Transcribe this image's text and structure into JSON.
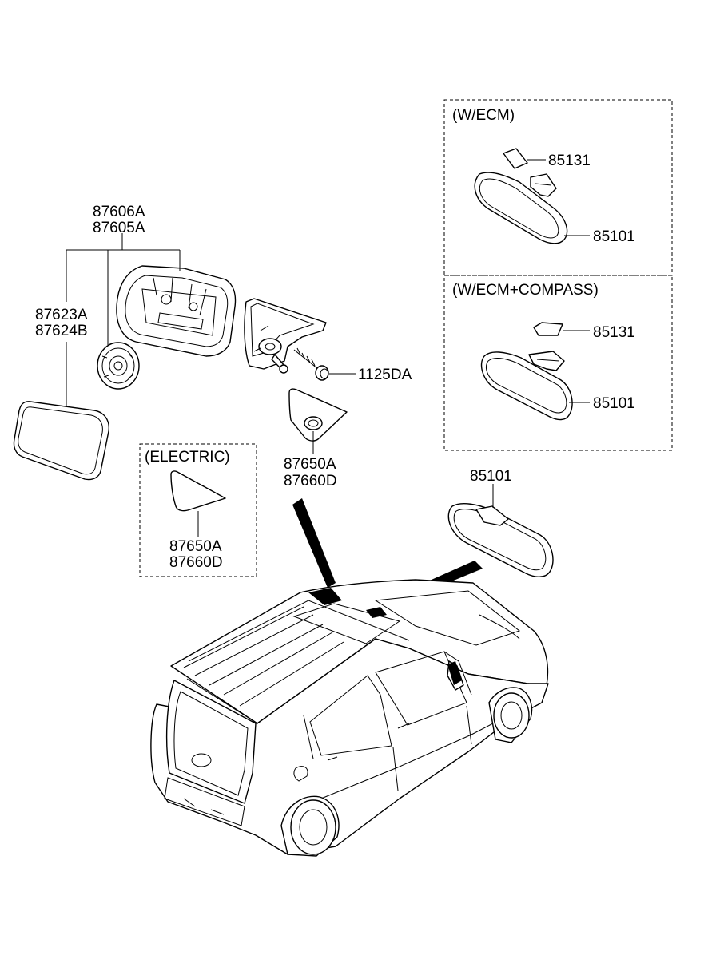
{
  "diagram": {
    "boxes": {
      "ecm": "(W/ECM)",
      "ecm_compass": "(W/ECM+COMPASS)",
      "electric": "(ELECTRIC)"
    },
    "labels": {
      "mirror_assy_1": "87606A",
      "mirror_assy_2": "87605A",
      "mirror_glass_1": "87623A",
      "mirror_glass_2": "87624B",
      "screw": "1125DA",
      "cover_1": "87650A",
      "cover_2": "87660D",
      "electric_cover_1": "87650A",
      "electric_cover_2": "87660D",
      "ecm_cover": "85131",
      "ecm_mirror": "85101",
      "compass_cover": "85131",
      "compass_mirror": "85101",
      "inside_mirror": "85101"
    }
  }
}
